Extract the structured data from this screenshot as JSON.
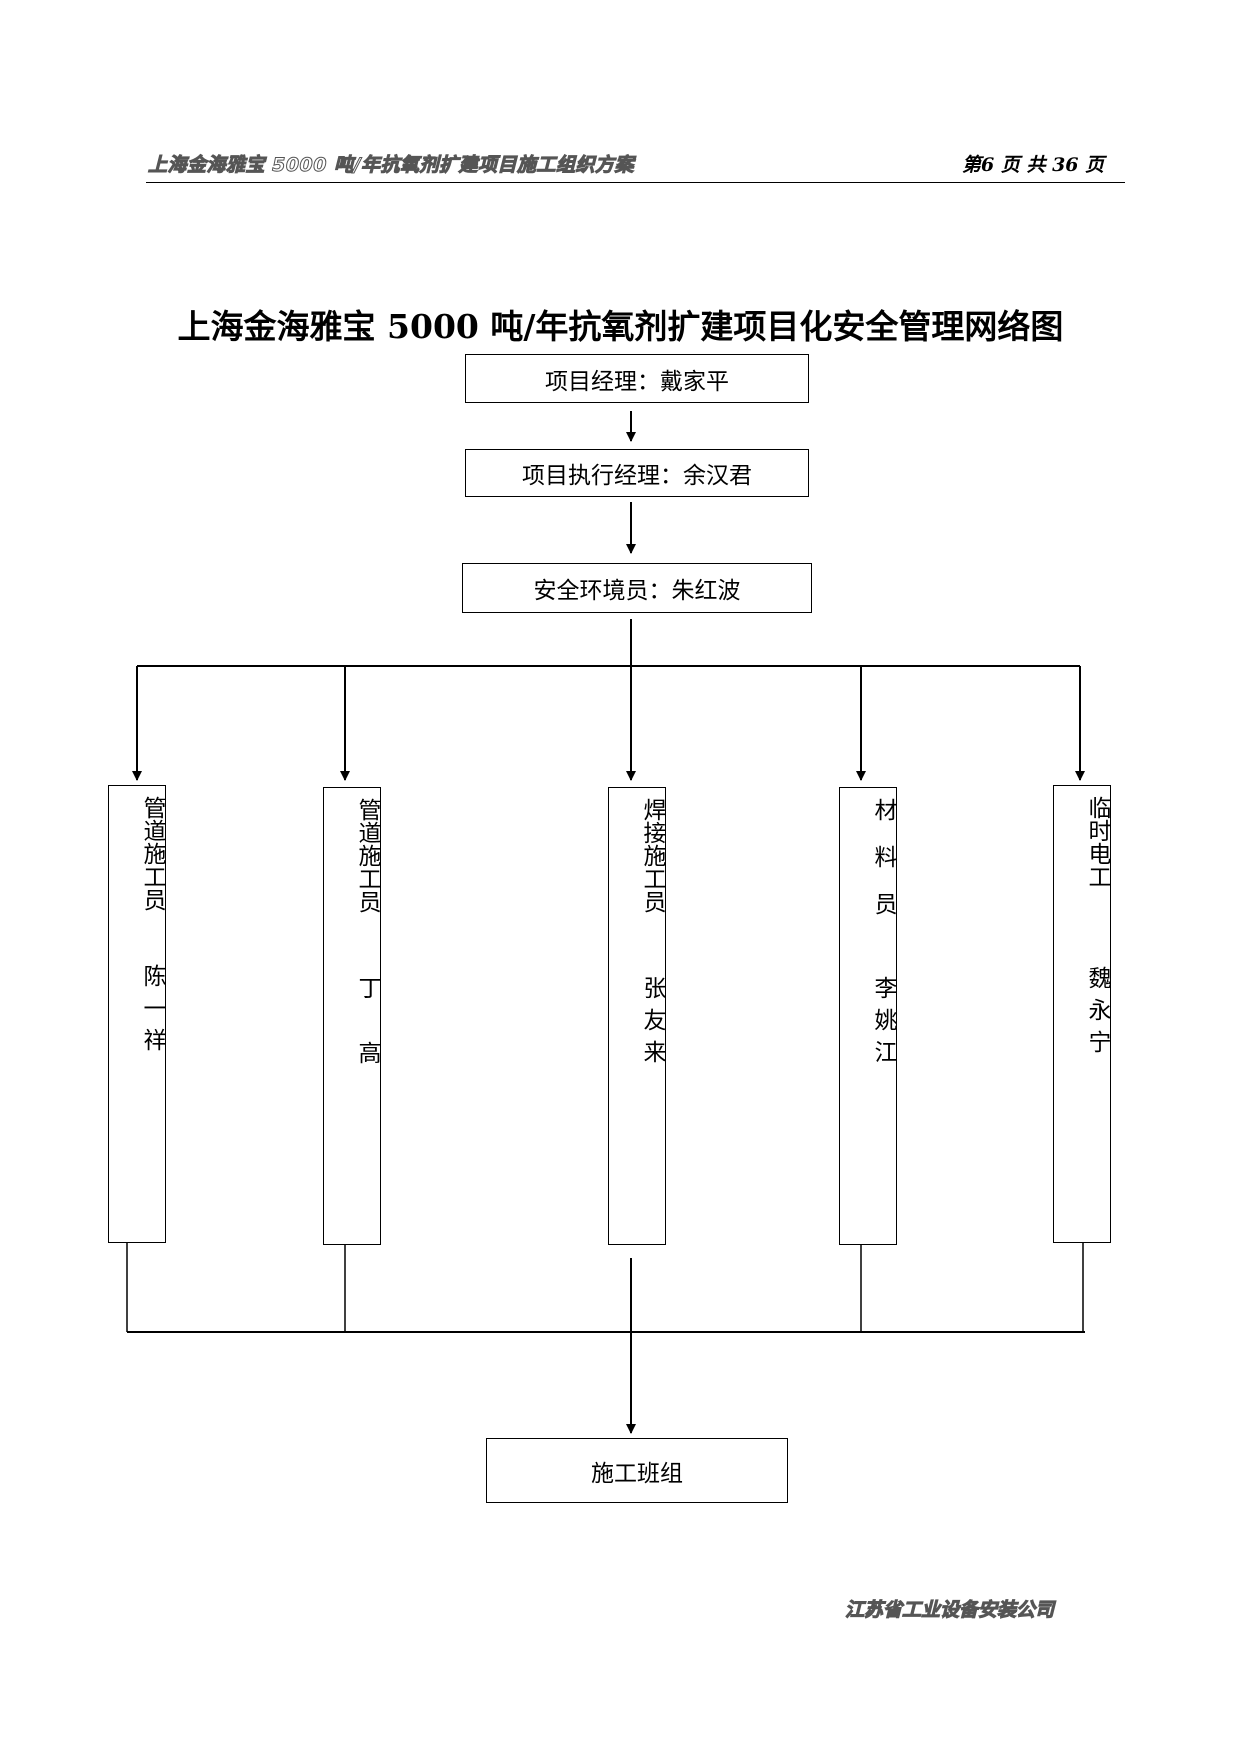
{
  "header": {
    "document_title": "上海金海雅宝 5000 吨/年抗氧剂扩建项目施工组织方案",
    "page_info": "第6 页 共 36 页"
  },
  "diagram": {
    "title": "上海金海雅宝 5000 吨/年抗氧剂扩建项目化安全管理网络图",
    "project_manager": "项目经理：戴家平",
    "executive_manager": "项目执行经理：余汉君",
    "safety_officer": "安全环境员：朱红波",
    "roles": [
      {
        "role": "管道施工员",
        "name": "陈一祥"
      },
      {
        "role": "管道施工员",
        "name": "丁高"
      },
      {
        "role": "焊接施工员",
        "name": "张友来"
      },
      {
        "role": "材料员",
        "name": "李姚江"
      },
      {
        "role": "临时电工",
        "name": "魏永宁"
      }
    ],
    "team": "施工班组"
  },
  "footer": {
    "company": "江苏省工业设备安装公司"
  }
}
